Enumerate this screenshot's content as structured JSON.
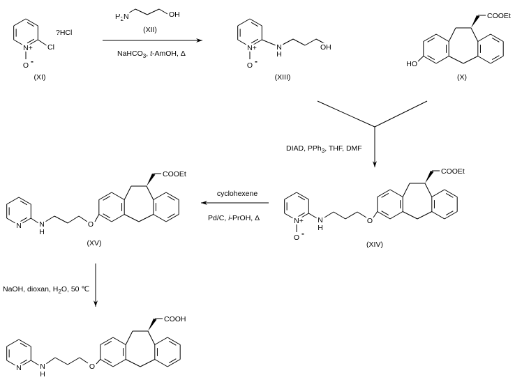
{
  "compounds": {
    "XI": {
      "label": "(XI)",
      "salt": "?HCl",
      "n": "N+",
      "o": "O",
      "charge": "-",
      "cl": "Cl"
    },
    "XII": {
      "label": "(XII)",
      "h": "H",
      "h_sub": "2",
      "n": "N",
      "oh": "OH"
    },
    "XIII": {
      "label": "(XIII)",
      "n_plus": "N+",
      "o": "O",
      "charge": "-",
      "n": "N",
      "h": "H",
      "oh": "OH"
    },
    "X": {
      "label": "(X)",
      "ho": "HO",
      "ester": "COOEt"
    },
    "XIV": {
      "label": "(XIV)",
      "n_plus": "N+",
      "o": "O",
      "charge": "-",
      "n": "N",
      "h": "H",
      "ether_o": "O",
      "ester": "COOEt"
    },
    "XV": {
      "label": "(XV)",
      "ring_n": "N",
      "n": "N",
      "h": "H",
      "ether_o": "O",
      "ester": "COOEt"
    },
    "product": {
      "ring_n": "N",
      "n": "N",
      "h": "H",
      "ether_o": "O",
      "acid": "COOH"
    }
  },
  "conditions": {
    "step1": {
      "a": "NaHCO",
      "a_sub": "3",
      "b": ", ",
      "c": "t",
      "d": "-AmOH, Δ"
    },
    "step2": {
      "a": "DIAD, PPh",
      "a_sub": "3",
      "b": ", THF, DMF"
    },
    "step3": {
      "line1": "cyclohexene",
      "a": "Pd/C, ",
      "b": "i",
      "c": "-PrOH, Δ"
    },
    "step4": {
      "a": "NaOH, dioxan, H",
      "a_sub": "2",
      "b": "O, 50 ℃"
    }
  }
}
